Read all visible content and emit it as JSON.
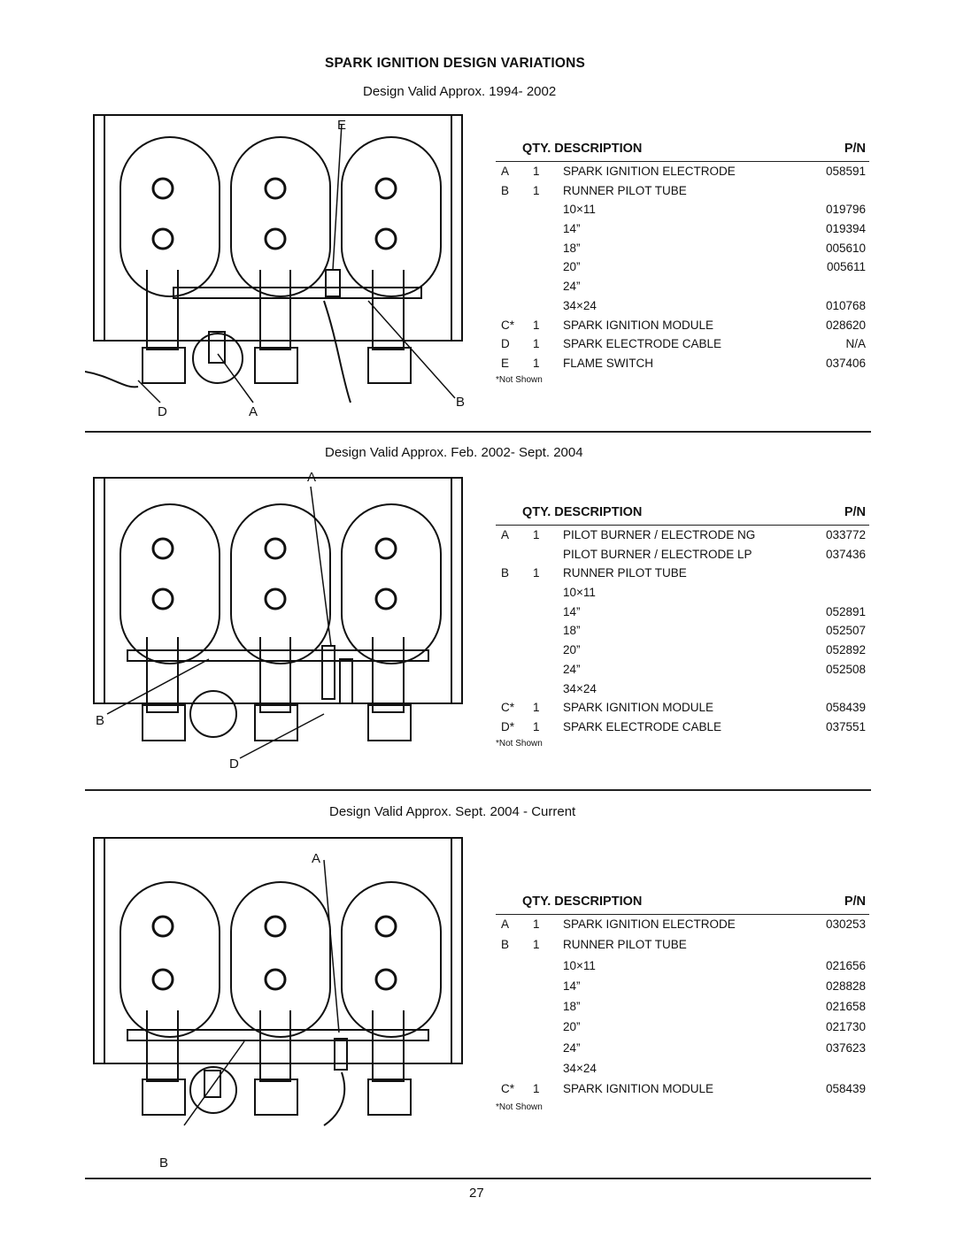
{
  "page": {
    "title": "SPARK IGNITION DESIGN VARIATIONS",
    "page_number": "27"
  },
  "sections": [
    {
      "valid": "Design Valid Approx. 1994- 2002",
      "callouts": [
        "E",
        "D",
        "A",
        "B"
      ],
      "table": {
        "header_qty_desc": "QTY. DESCRIPTION",
        "header_pn": "P/N",
        "rows": [
          {
            "letter": "A",
            "qty": "1",
            "desc": "SPARK IGNITION ELECTRODE",
            "pn": "058591"
          },
          {
            "letter": "B",
            "qty": "1",
            "desc": "RUNNER PILOT TUBE",
            "pn": ""
          },
          {
            "letter": "",
            "qty": "",
            "desc": "10×11",
            "pn": "019796"
          },
          {
            "letter": "",
            "qty": "",
            "desc": "14”",
            "pn": "019394"
          },
          {
            "letter": "",
            "qty": "",
            "desc": "18”",
            "pn": "005610"
          },
          {
            "letter": "",
            "qty": "",
            "desc": "20”",
            "pn": "005611"
          },
          {
            "letter": "",
            "qty": "",
            "desc": "24”",
            "pn": ""
          },
          {
            "letter": "",
            "qty": "",
            "desc": "34×24",
            "pn": "010768"
          },
          {
            "letter": "C*",
            "qty": "1",
            "desc": "SPARK IGNITION MODULE",
            "pn": "028620"
          },
          {
            "letter": "D",
            "qty": "1",
            "desc": "SPARK ELECTRODE CABLE",
            "pn": "N/A"
          },
          {
            "letter": "E",
            "qty": "1",
            "desc": "FLAME SWITCH",
            "pn": "037406"
          }
        ],
        "note": "*Not Shown"
      }
    },
    {
      "valid": "Design Valid Approx. Feb. 2002- Sept. 2004",
      "callouts": [
        "A",
        "B",
        "D"
      ],
      "table": {
        "header_qty_desc": "QTY. DESCRIPTION",
        "header_pn": "P/N",
        "rows": [
          {
            "letter": "A",
            "qty": "1",
            "desc": "PILOT BURNER / ELECTRODE NG",
            "pn": "033772"
          },
          {
            "letter": "",
            "qty": "",
            "desc": "PILOT BURNER / ELECTRODE LP",
            "pn": "037436"
          },
          {
            "letter": "B",
            "qty": "1",
            "desc": "RUNNER PILOT TUBE",
            "pn": ""
          },
          {
            "letter": "",
            "qty": "",
            "desc": "10×11",
            "pn": ""
          },
          {
            "letter": "",
            "qty": "",
            "desc": "14”",
            "pn": "052891"
          },
          {
            "letter": "",
            "qty": "",
            "desc": "18”",
            "pn": "052507"
          },
          {
            "letter": "",
            "qty": "",
            "desc": "20”",
            "pn": "052892"
          },
          {
            "letter": "",
            "qty": "",
            "desc": "24”",
            "pn": "052508"
          },
          {
            "letter": "",
            "qty": "",
            "desc": "34×24",
            "pn": ""
          },
          {
            "letter": "C*",
            "qty": "1",
            "desc": "SPARK IGNITION MODULE",
            "pn": "058439"
          },
          {
            "letter": "D*",
            "qty": "1",
            "desc": "SPARK ELECTRODE CABLE",
            "pn": "037551"
          }
        ],
        "note": "*Not Shown"
      }
    },
    {
      "valid": "Design Valid Approx. Sept. 2004 - Current",
      "callouts": [
        "A",
        "B"
      ],
      "table": {
        "header_qty_desc": "QTY. DESCRIPTION",
        "header_pn": "P/N",
        "rows": [
          {
            "letter": "A",
            "qty": "1",
            "desc": "SPARK IGNITION ELECTRODE",
            "pn": "030253"
          },
          {
            "letter": "B",
            "qty": "1",
            "desc": "RUNNER PILOT TUBE",
            "pn": ""
          },
          {
            "letter": "",
            "qty": "",
            "desc": "10×11",
            "pn": "021656"
          },
          {
            "letter": "",
            "qty": "",
            "desc": "14”",
            "pn": "028828"
          },
          {
            "letter": "",
            "qty": "",
            "desc": "18”",
            "pn": "021658"
          },
          {
            "letter": "",
            "qty": "",
            "desc": "20”",
            "pn": "021730"
          },
          {
            "letter": "",
            "qty": "",
            "desc": "24”",
            "pn": "037623"
          },
          {
            "letter": "",
            "qty": "",
            "desc": "34×24",
            "pn": ""
          },
          {
            "letter": "C*",
            "qty": "1",
            "desc": "SPARK IGNITION MODULE",
            "pn": "058439"
          }
        ],
        "note": "*Not Shown"
      }
    }
  ]
}
